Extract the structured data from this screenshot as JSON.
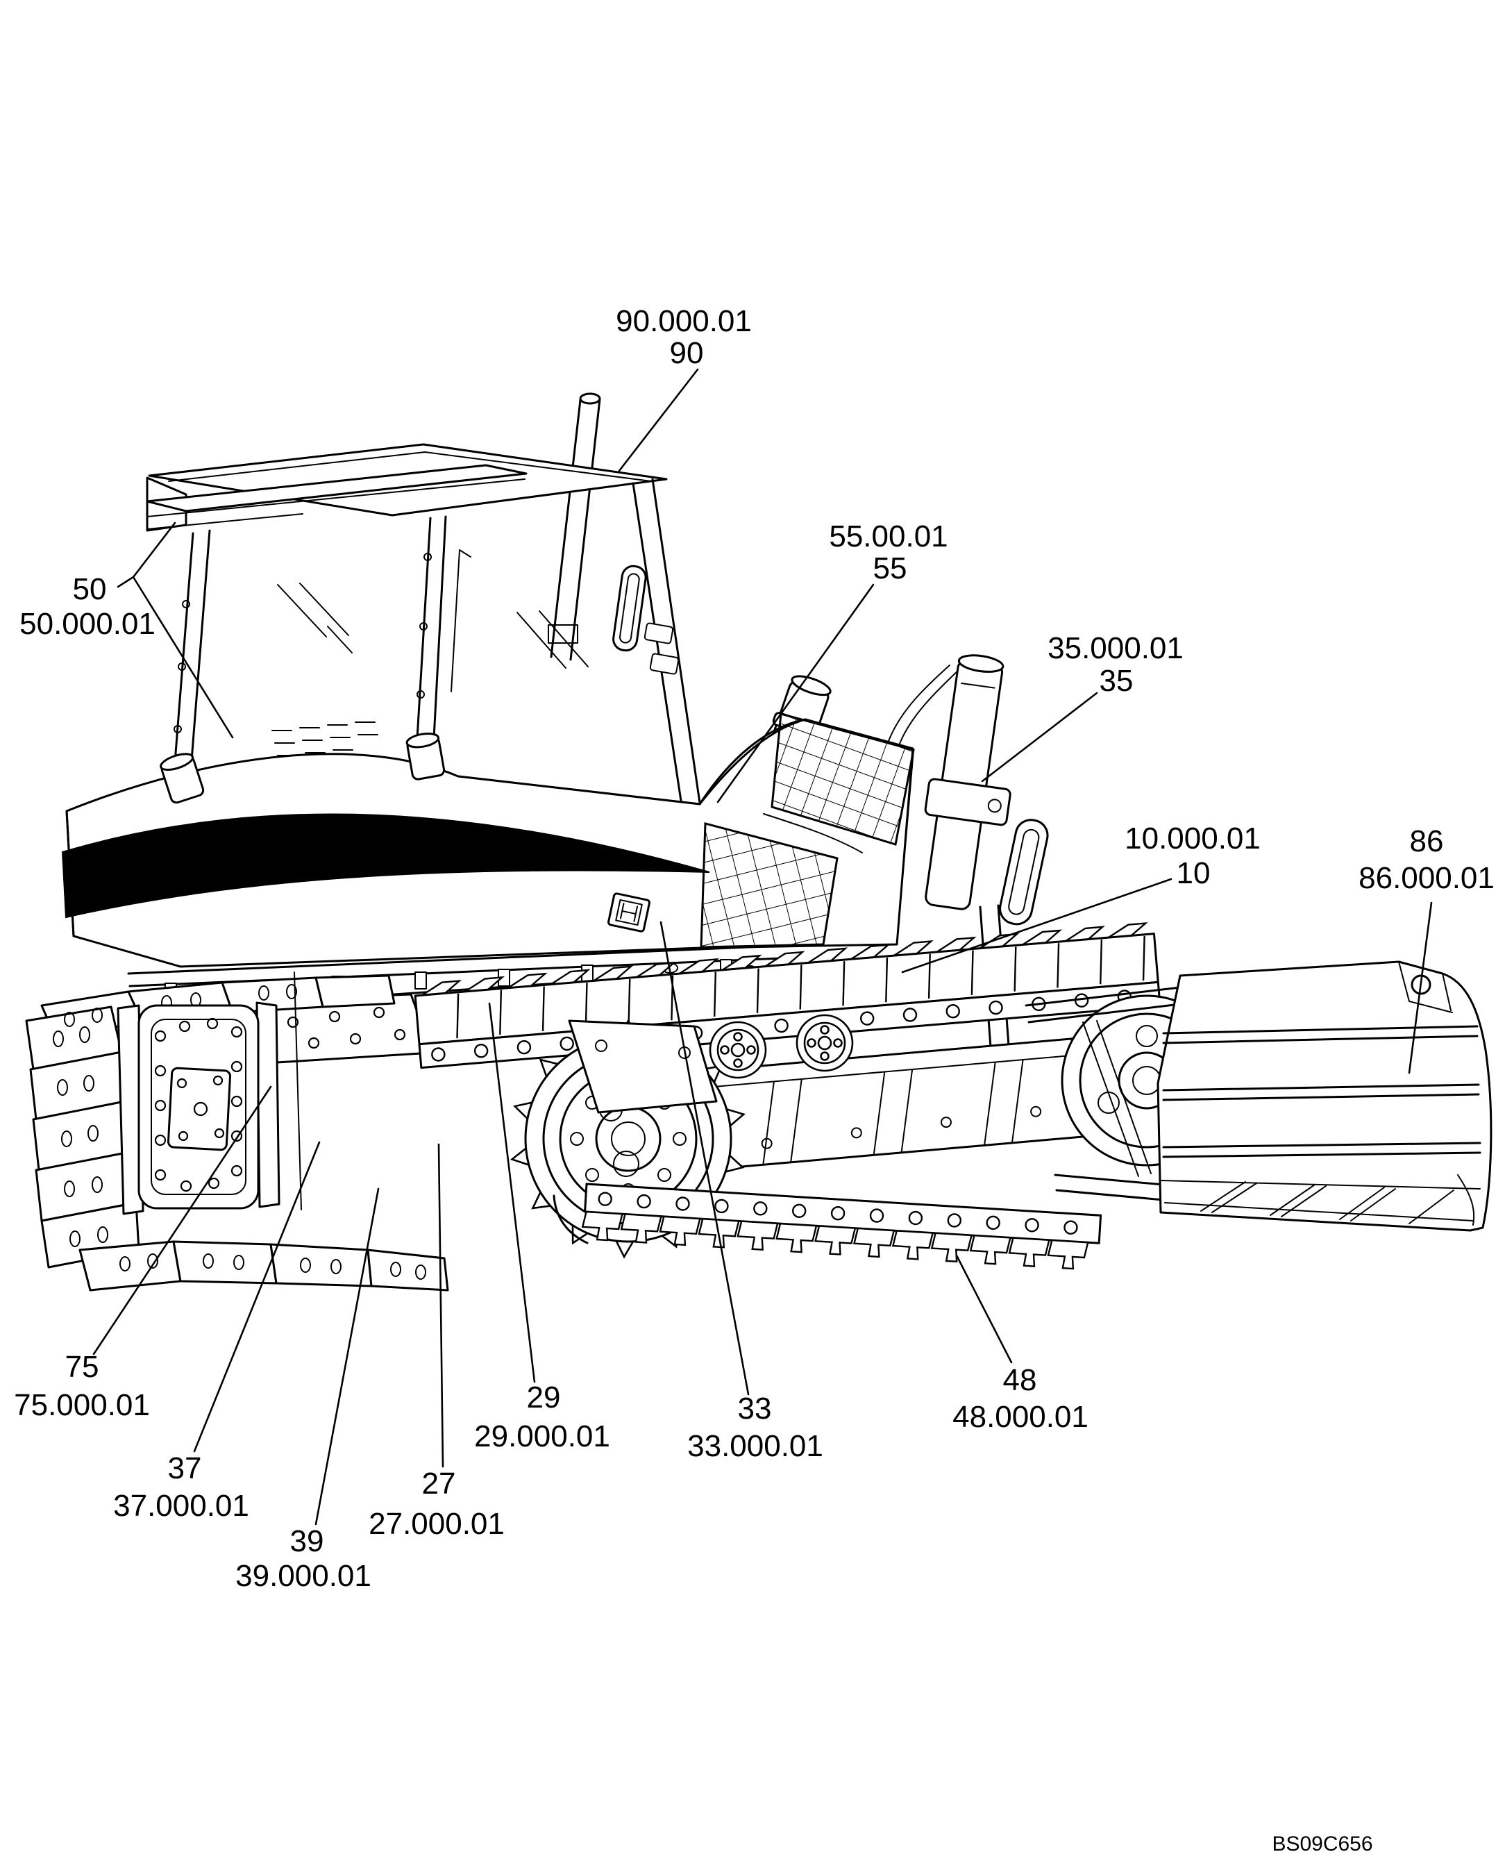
{
  "figure": {
    "type": "parts-diagram",
    "subject": "crawler dozer pictorial index",
    "drawing_code": "BS09C656",
    "colors": {
      "line": "#000000",
      "background": "#ffffff",
      "stripe": "#000000"
    }
  },
  "callouts": [
    {
      "id": "90",
      "line1": "90.000.01",
      "line2": "90"
    },
    {
      "id": "50",
      "line1": "50",
      "line2": "50.000.01"
    },
    {
      "id": "55",
      "line1": "55.00.01",
      "line2": "55"
    },
    {
      "id": "35",
      "line1": "35.000.01",
      "line2": "35"
    },
    {
      "id": "10",
      "line1": "10.000.01",
      "line2": "10"
    },
    {
      "id": "86",
      "line1": "86",
      "line2": "86.000.01"
    },
    {
      "id": "75",
      "line1": "75",
      "line2": "75.000.01"
    },
    {
      "id": "37",
      "line1": "37",
      "line2": "37.000.01"
    },
    {
      "id": "39",
      "line1": "39",
      "line2": "39.000.01"
    },
    {
      "id": "27",
      "line1": "27",
      "line2": "27.000.01"
    },
    {
      "id": "29",
      "line1": "29",
      "line2": "29.000.01"
    },
    {
      "id": "33",
      "line1": "33",
      "line2": "33.000.01"
    },
    {
      "id": "48",
      "line1": "48",
      "line2": "48.000.01"
    }
  ]
}
